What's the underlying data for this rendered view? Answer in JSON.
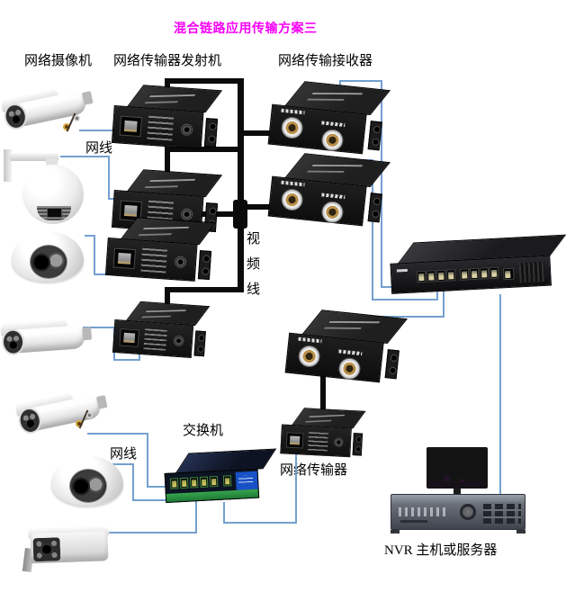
{
  "title": "混合链路应用传输方案三",
  "labels": {
    "camera_group": "网络摄像机",
    "transmitter_group": "网络传输器发射机",
    "receiver_group": "网络传输接收器",
    "cable_top": "网线",
    "video_cable": "视频线",
    "switch": "交换机",
    "cable_bottom": "网线",
    "transceiver": "网络传输器",
    "nvr": "NVR 主机或服务器"
  },
  "colors": {
    "title": "#f800f8",
    "network_cable_blue": "#74a0ce",
    "video_cable_black": "#0b0b0b"
  },
  "legend": {
    "cameras_count": 7,
    "transmitters_count": 4,
    "receivers_count": 3,
    "big_switch_ports": 9,
    "small_switch_ports": 6
  }
}
